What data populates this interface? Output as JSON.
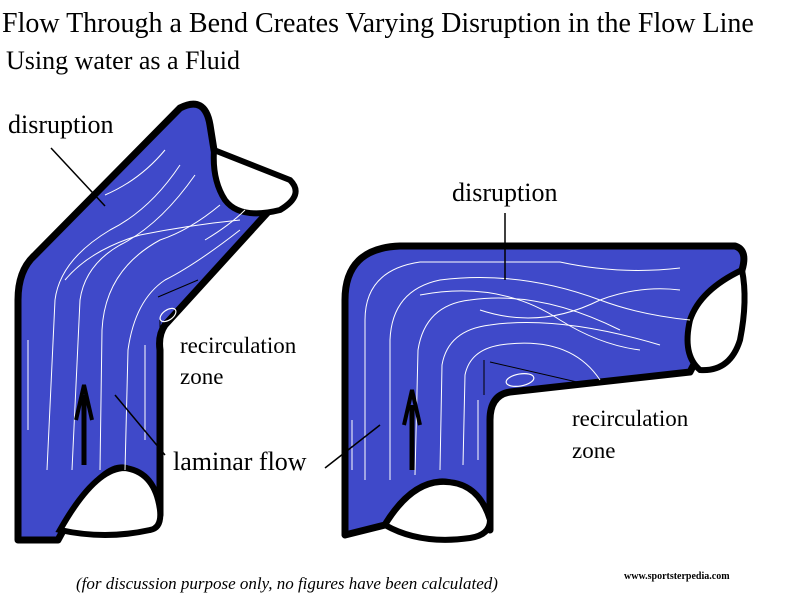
{
  "title": "Flow Through a Bend Creates Varying Disruption in the Flow Line",
  "subtitle": "Using water as a Fluid",
  "left_diagram": {
    "disruption_label": "disruption",
    "recirculation_label_line1": "recirculation",
    "recirculation_label_line2": "zone",
    "laminar_label": "laminar flow"
  },
  "right_diagram": {
    "disruption_label": "disruption",
    "recirculation_label_line1": "recirculation",
    "recirculation_label_line2": "zone"
  },
  "footnote": "(for discussion purpose only, no figures have been calculated)",
  "watermark": "www.sportsterpedia.com",
  "colors": {
    "fluid": "#3f49c9",
    "outline": "#000000",
    "flow_lines": "#ffffff"
  }
}
